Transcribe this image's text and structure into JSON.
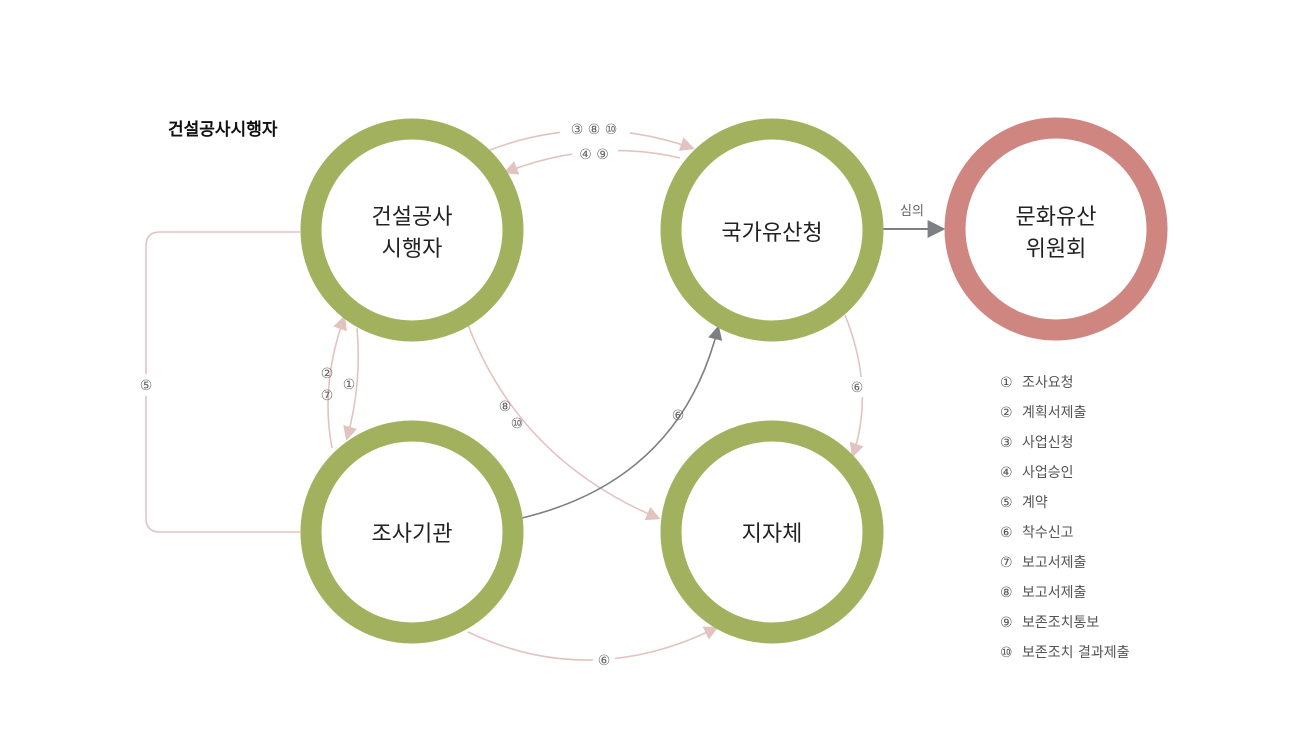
{
  "caption": "건설공사시행자",
  "colors": {
    "green_ring": "#a2b15e",
    "red_ring": "#d08680",
    "pink_arrow": "#e2c3c0",
    "gray_arrow": "#7d7f84",
    "legend_text": "#555555"
  },
  "nodes": {
    "contractor": {
      "line1": "건설공사",
      "line2": "시행자"
    },
    "heritage_agency": {
      "line1": "국가유산청"
    },
    "committee": {
      "line1": "문화유산",
      "line2": "위원회"
    },
    "research_org": {
      "line1": "조사기관"
    },
    "local_gov": {
      "line1": "지자체"
    }
  },
  "edge_labels": {
    "top_upper": "③ ⑧ ⑩",
    "top_lower": "④ ⑨",
    "review": "심의",
    "left_a": "②",
    "left_b": "①",
    "left_c": "⑦",
    "contract": "⑤",
    "diag_a": "⑧",
    "diag_b": "⑩",
    "curve_up": "⑥",
    "right_down": "⑥",
    "bottom": "⑥"
  },
  "legend": [
    {
      "num": "①",
      "text": "조사요청"
    },
    {
      "num": "②",
      "text": "계획서제출"
    },
    {
      "num": "③",
      "text": "사업신청"
    },
    {
      "num": "④",
      "text": "사업승인"
    },
    {
      "num": "⑤",
      "text": "계약"
    },
    {
      "num": "⑥",
      "text": "착수신고"
    },
    {
      "num": "⑦",
      "text": "보고서제출"
    },
    {
      "num": "⑧",
      "text": "보고서제출"
    },
    {
      "num": "⑨",
      "text": "보존조치통보"
    },
    {
      "num": "⑩",
      "text": "보존조치 결과제출"
    }
  ]
}
